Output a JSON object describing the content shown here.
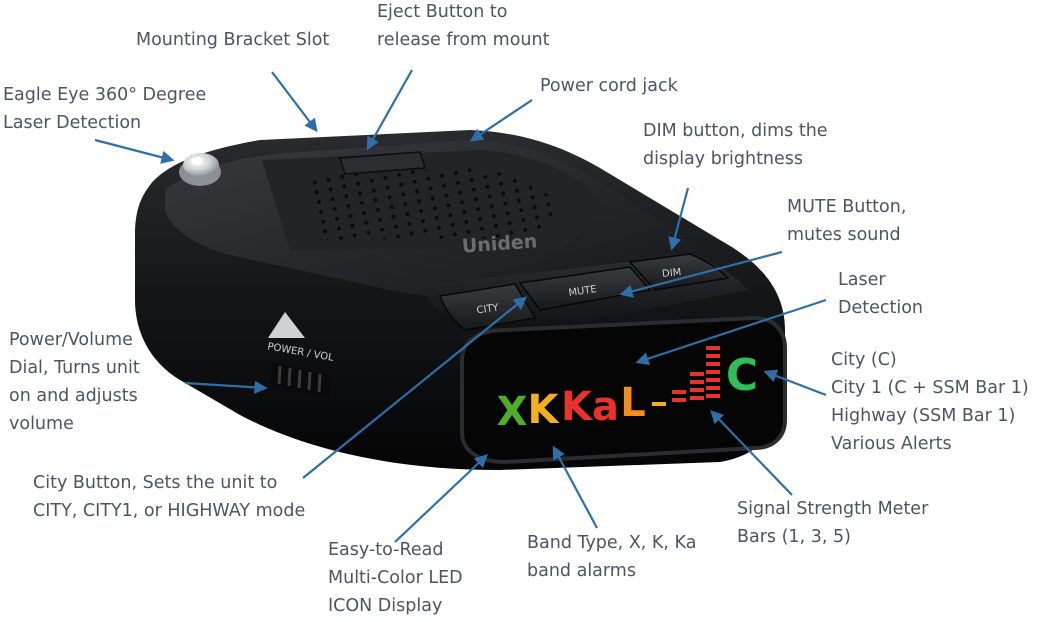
{
  "device": {
    "brand_logo": "Uniden",
    "buttons": {
      "city": "CITY",
      "mute": "MUTE",
      "dim": "DIM"
    },
    "dial_label": "POWER / VOL",
    "display": {
      "bands": [
        {
          "text": "X",
          "color": "#4caf2a"
        },
        {
          "text": "K",
          "color": "#f2b01e"
        },
        {
          "text": "Ka",
          "color": "#e8322b"
        },
        {
          "text": "L",
          "color": "#f28c1c"
        }
      ],
      "signal_bars_color": "#e8322b",
      "signal_dash_color": "#f2b01e",
      "city_indicator": {
        "text": "C",
        "color": "#2fbf5a"
      }
    }
  },
  "callouts": {
    "mounting_slot": [
      "Mounting Bracket Slot"
    ],
    "eject_button": [
      "Eject Button to",
      "release from mount"
    ],
    "power_jack": [
      "Power cord jack"
    ],
    "eagle_eye": [
      "Eagle Eye 360° Degree",
      "Laser Detection"
    ],
    "dim_button": [
      "DIM button, dims the",
      "display brightness"
    ],
    "mute_button": [
      "MUTE Button,",
      "mutes sound"
    ],
    "laser_detection": [
      "Laser",
      "Detection"
    ],
    "city_modes": [
      "City (C)",
      "City 1 (C + SSM Bar 1)",
      "Highway (SSM Bar 1)",
      "Various Alerts"
    ],
    "power_volume": [
      "Power/Volume",
      "Dial, Turns unit",
      "on and adjusts",
      "volume"
    ],
    "city_button": [
      "City Button, Sets the unit to",
      "CITY, CITY1, or HIGHWAY mode"
    ],
    "signal_meter": [
      "Signal Strength Meter",
      "Bars (1, 3, 5)"
    ],
    "band_type": [
      "Band Type, X, K, Ka",
      "band alarms"
    ],
    "led_display": [
      "Easy-to-Read",
      "Multi-Color LED",
      "ICON Display"
    ]
  }
}
